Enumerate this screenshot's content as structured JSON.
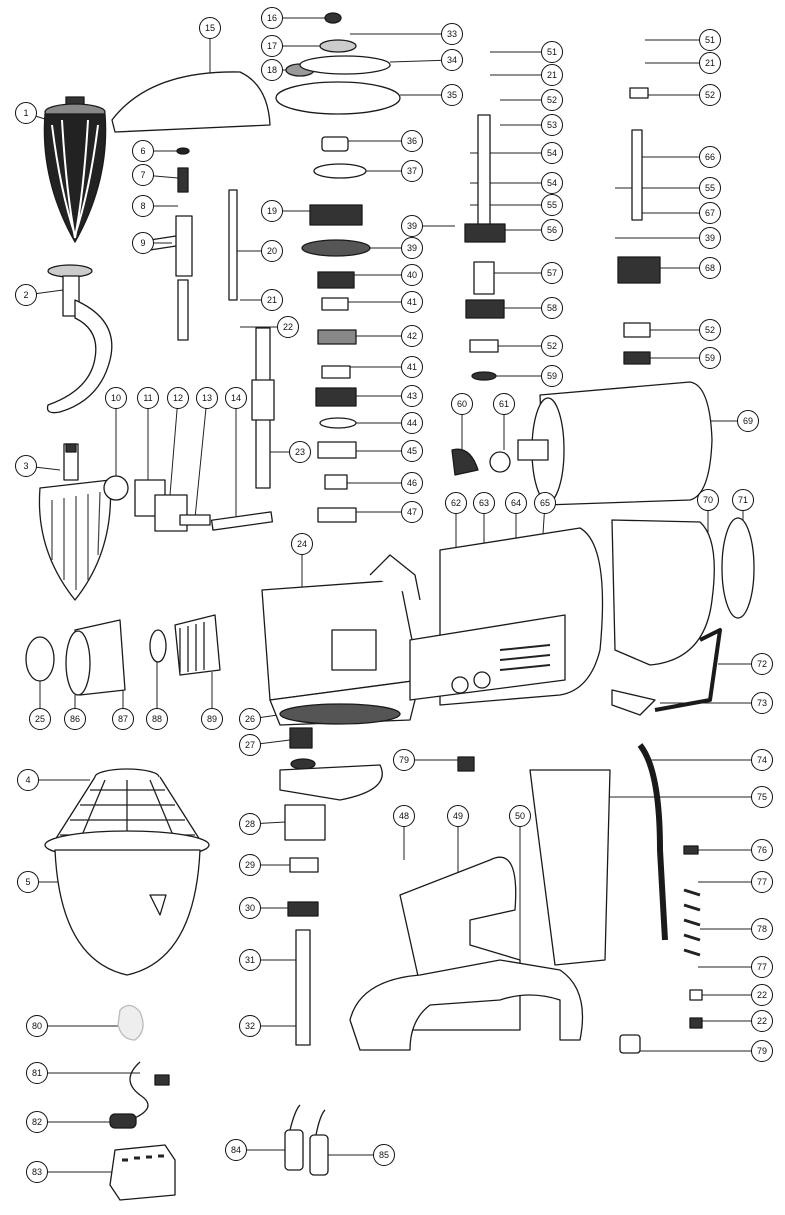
{
  "diagram": {
    "labels": [
      "1",
      "2",
      "3",
      "4",
      "5",
      "6",
      "7",
      "8",
      "9",
      "10",
      "11",
      "12",
      "13",
      "14",
      "15",
      "16",
      "17",
      "18",
      "19",
      "20",
      "21",
      "22",
      "23",
      "24",
      "25",
      "26",
      "27",
      "28",
      "29",
      "30",
      "31",
      "32",
      "33",
      "34",
      "35",
      "36",
      "37",
      "39",
      "40",
      "41",
      "42",
      "43",
      "44",
      "45",
      "46",
      "47",
      "48",
      "49",
      "50",
      "51",
      "52",
      "53",
      "54",
      "55",
      "56",
      "57",
      "58",
      "59",
      "60",
      "61",
      "62",
      "63",
      "64",
      "65",
      "66",
      "67",
      "68",
      "69",
      "70",
      "71",
      "72",
      "73",
      "74",
      "75",
      "76",
      "77",
      "78",
      "79",
      "80",
      "81",
      "82",
      "83",
      "84",
      "85",
      "86",
      "87",
      "88",
      "89"
    ]
  }
}
